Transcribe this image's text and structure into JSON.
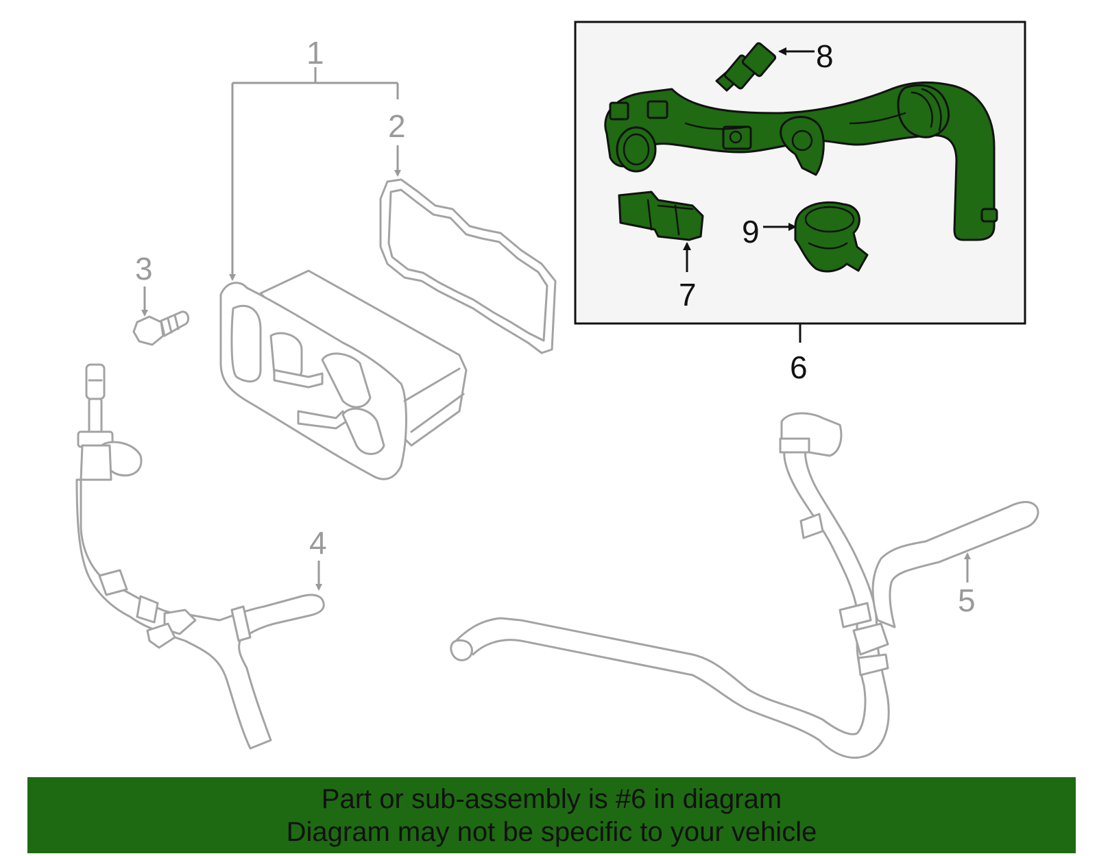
{
  "diagram": {
    "callouts": {
      "c1": "1",
      "c2": "2",
      "c3": "3",
      "c4": "4",
      "c5": "5",
      "c6": "6",
      "c7": "7",
      "c8": "8",
      "c9": "9"
    },
    "highlight_color": "#1f6a12",
    "inactive_color": "#a3a3a3",
    "inset_background": "#f5f5f5"
  },
  "banner": {
    "line1": "Part or sub-assembly is #6 in diagram",
    "line2": "Diagram may not be specific to your vehicle",
    "background": "#1e6a12"
  }
}
